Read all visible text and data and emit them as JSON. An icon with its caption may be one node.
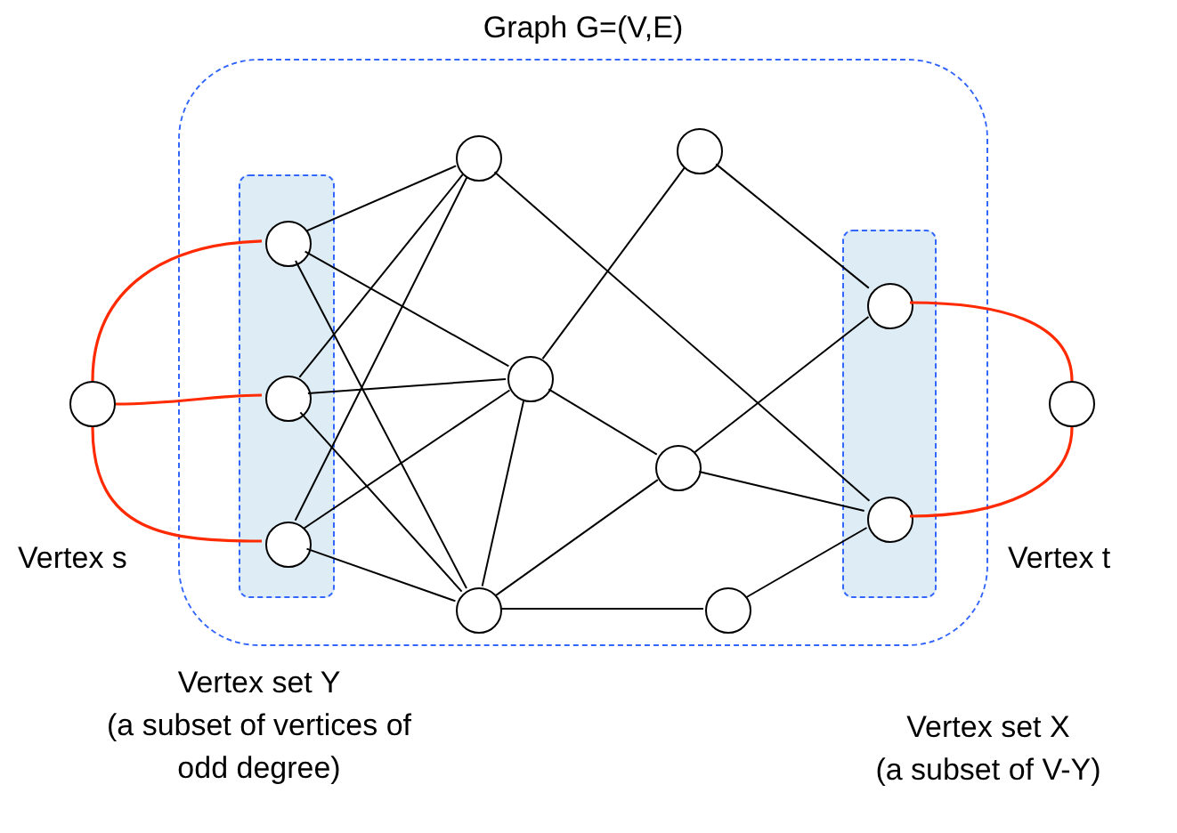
{
  "diagram": {
    "nodes": [
      {
        "text": [
          "Graph G=(V,E)"
        ]
      },
      {
        "text": [],
        "shape": "box",
        "in": 0,
        "beside": [
          "Vertex set Y",
          "(a subset of vertices of odd degree)"
        ]
      },
      {
        "text": [],
        "shape": "box",
        "in": 0,
        "beside": [
          "Vertex set X",
          "(a subset of V-Y)"
        ]
      },
      {
        "text": [],
        "shape": "circle",
        "beside": [
          "Vertex s"
        ]
      },
      {
        "text": [],
        "shape": "circle",
        "in": 1
      },
      {
        "text": [],
        "shape": "circle",
        "in": 1
      },
      {
        "text": [],
        "shape": "circle",
        "in": 1
      },
      {
        "text": [],
        "shape": "circle",
        "in": 0
      },
      {
        "text": [],
        "shape": "circle",
        "in": 0
      },
      {
        "text": [],
        "shape": "circle",
        "in": 0
      },
      {
        "text": [],
        "shape": "circle",
        "in": 0
      },
      {
        "text": [],
        "shape": "circle",
        "in": 0
      },
      {
        "text": [],
        "shape": "circle",
        "in": 0
      },
      {
        "text": [],
        "shape": "circle",
        "in": 2
      },
      {
        "text": [],
        "shape": "circle",
        "in": 2
      },
      {
        "text": [],
        "shape": "circle",
        "beside": [
          "Vertex t"
        ]
      }
    ],
    "edges": [
      {
        "from": 3,
        "to": 4,
        "arrow": "none",
        "color": "#ff2a00"
      },
      {
        "from": 3,
        "to": 5,
        "arrow": "none",
        "color": "#ff2a00"
      },
      {
        "from": 3,
        "to": 6,
        "arrow": "none",
        "color": "#ff2a00"
      },
      {
        "from": 4,
        "to": 7,
        "arrow": "none"
      },
      {
        "from": 4,
        "to": 9,
        "arrow": "none"
      },
      {
        "from": 4,
        "to": 11,
        "arrow": "none"
      },
      {
        "from": 5,
        "to": 7,
        "arrow": "none"
      },
      {
        "from": 5,
        "to": 9,
        "arrow": "none"
      },
      {
        "from": 5,
        "to": 11,
        "arrow": "none"
      },
      {
        "from": 6,
        "to": 7,
        "arrow": "none"
      },
      {
        "from": 6,
        "to": 9,
        "arrow": "none"
      },
      {
        "from": 6,
        "to": 11,
        "arrow": "none"
      },
      {
        "from": 7,
        "to": 14,
        "arrow": "none"
      },
      {
        "from": 9,
        "to": 11,
        "arrow": "none"
      },
      {
        "from": 9,
        "to": 8,
        "arrow": "none"
      },
      {
        "from": 9,
        "to": 10,
        "arrow": "none"
      },
      {
        "from": 11,
        "to": 10,
        "arrow": "none"
      },
      {
        "from": 11,
        "to": 12,
        "arrow": "none"
      },
      {
        "from": 8,
        "to": 13,
        "arrow": "none"
      },
      {
        "from": 10,
        "to": 13,
        "arrow": "none"
      },
      {
        "from": 10,
        "to": 14,
        "arrow": "none"
      },
      {
        "from": 12,
        "to": 14,
        "arrow": "none"
      },
      {
        "from": 13,
        "to": 15,
        "arrow": "none",
        "color": "#ff2a00"
      },
      {
        "from": 14,
        "to": 15,
        "arrow": "none",
        "color": "#ff2a00"
      }
    ]
  }
}
